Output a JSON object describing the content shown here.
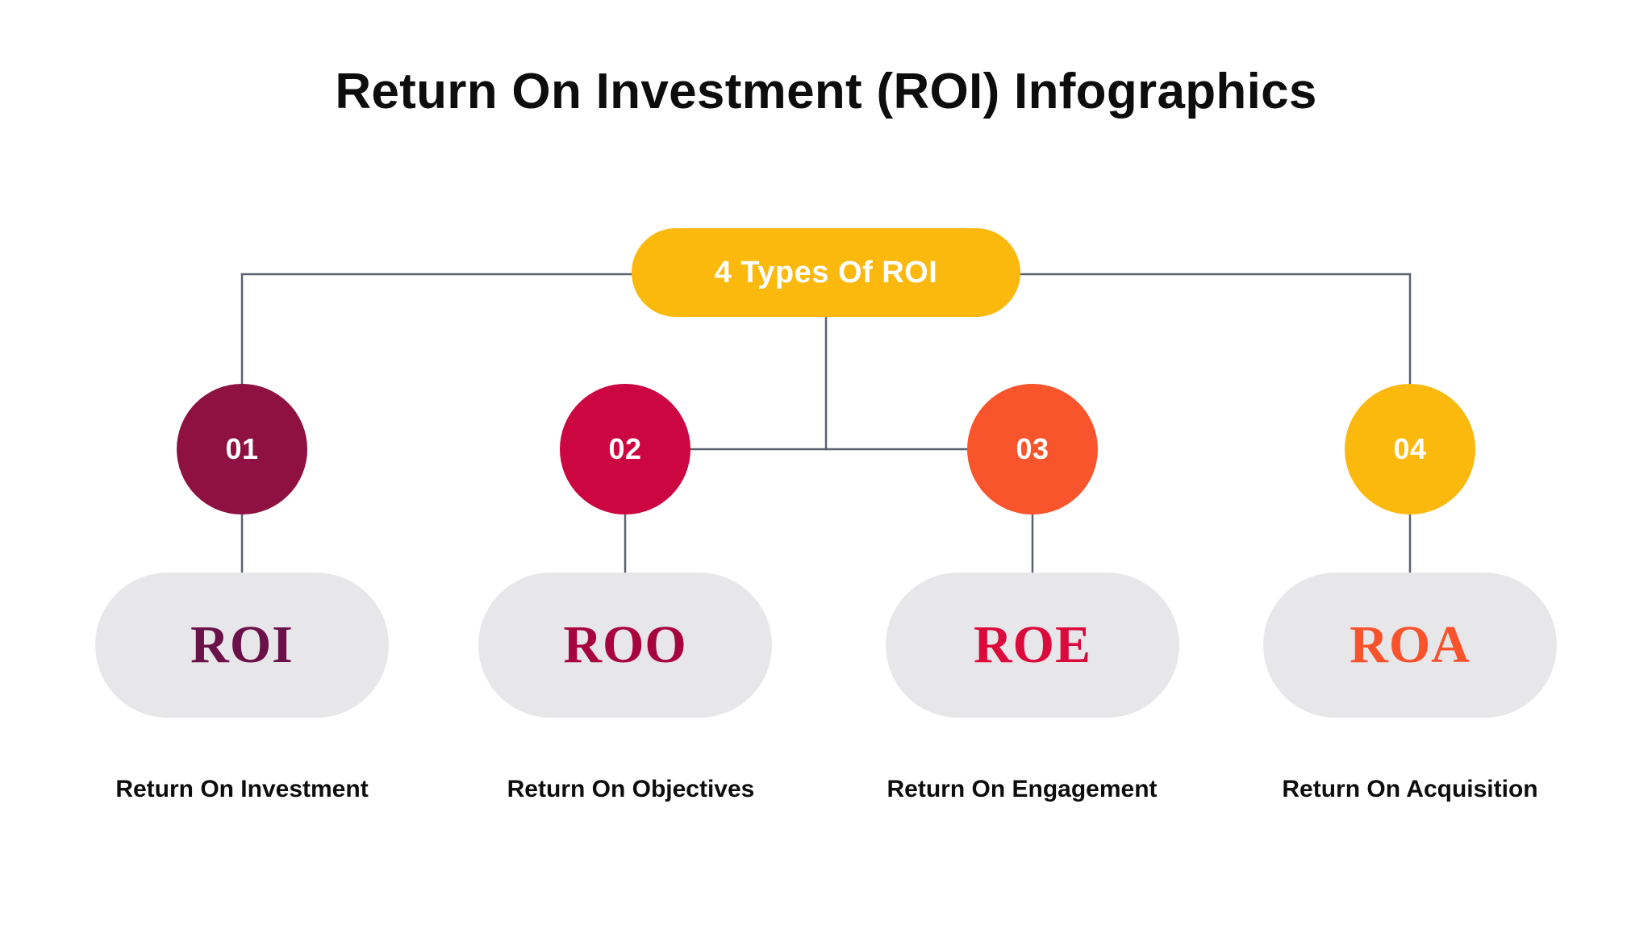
{
  "page": {
    "title": "Return On Investment (ROI) Infographics",
    "background_color": "#FFFFFF",
    "title_color": "#0D0D0D"
  },
  "root": {
    "label": "4 Types Of ROI",
    "fill_color": "#FBB80D",
    "text_color": "#FFFFFF"
  },
  "connectors": {
    "line_color": "#5A6270"
  },
  "pill_background": "#E7E6E9",
  "nodes": [
    {
      "number": "01",
      "abbr": "ROI",
      "caption": "Return On Investment",
      "circle_color": "#8E1142",
      "abbr_color": "#6B1149"
    },
    {
      "number": "02",
      "abbr": "ROO",
      "caption": "Return On Objectives",
      "circle_color": "#CC0641",
      "abbr_color": "#A8043C"
    },
    {
      "number": "03",
      "abbr": "ROE",
      "caption": "Return On Engagement",
      "circle_color": "#F9552D",
      "abbr_color": "#DC0A3C"
    },
    {
      "number": "04",
      "abbr": "ROA",
      "caption": "Return On Acquisition",
      "circle_color": "#FBB80D",
      "abbr_color": "#F9532D"
    }
  ]
}
